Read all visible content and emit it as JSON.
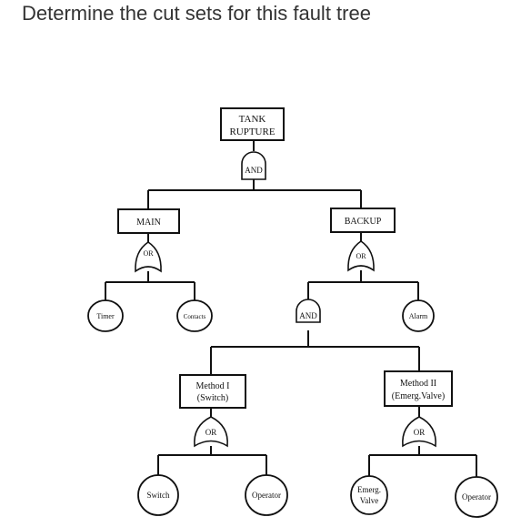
{
  "question": "Determine the cut sets for this fault tree",
  "tree": {
    "top_event": {
      "line1": "TANK",
      "line2": "RUPTURE"
    },
    "top_gate": "AND",
    "main": {
      "label": "MAIN",
      "gate": "OR",
      "timer": "Timer",
      "contacts": "Contacts"
    },
    "backup": {
      "label": "BACKUP",
      "gate": "OR",
      "and_gate": "AND",
      "alarm": "Alarm"
    },
    "method1": {
      "line1": "Method I",
      "line2": "(Switch)",
      "gate": "OR",
      "switch": "Switch",
      "operator": "Operator"
    },
    "method2": {
      "line1": "Method II",
      "line2": "(Emerg.Valve)",
      "gate": "OR",
      "valve_line1": "Emerg.",
      "valve_line2": "Valve",
      "operator": "Operator"
    }
  }
}
